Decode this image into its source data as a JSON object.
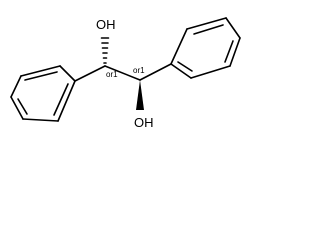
{
  "molecule": {
    "atom_labels": {
      "oh_top": "OH",
      "oh_bottom": "OH"
    },
    "stereo_labels": {
      "left": "or1",
      "right": "or1"
    },
    "colors": {
      "ink": "#000000",
      "background": "#ffffff"
    }
  }
}
